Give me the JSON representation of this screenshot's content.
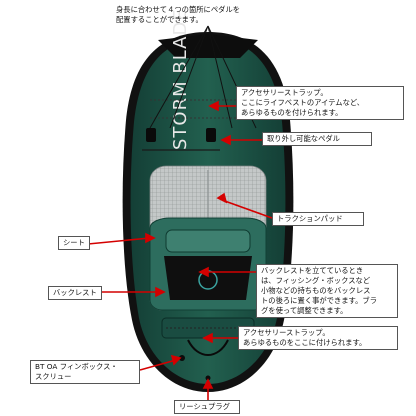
{
  "callouts": {
    "pedal_positions": "身長に合わせて４つの箇所にペダルを\n配置することができます。",
    "accessory_strap_front": "アクセサリーストラップ。\nここにライフベストのアイテムなど、\nあらゆるものを付けられます。",
    "removable_pedal": "取り外し可能なペダル",
    "traction_pad": "トラクションパッド",
    "seat": "シート",
    "backrest_note": "バックレストを立てているとき\nは、フィッシング・ボックスなど\n小物などの持ちものをバックレス\nトの後ろに置く事ができます。ブラ\nグを使って調整できます。",
    "backrest": "バックレスト",
    "accessory_strap_rear": "アクセサリーストラップ。\nあらゆるものをここに付けられます。",
    "fin_box": "BT OA フィンボックス・\nスクリュー",
    "leash_plug": "リーシュプラグ"
  },
  "board": {
    "brand_text": "STORM BLADE",
    "deck_color": "#1f5a4c",
    "rail_color": "#1a1a1a",
    "pad_color": "#bfc3c4",
    "arrow_color": "#d40000"
  }
}
